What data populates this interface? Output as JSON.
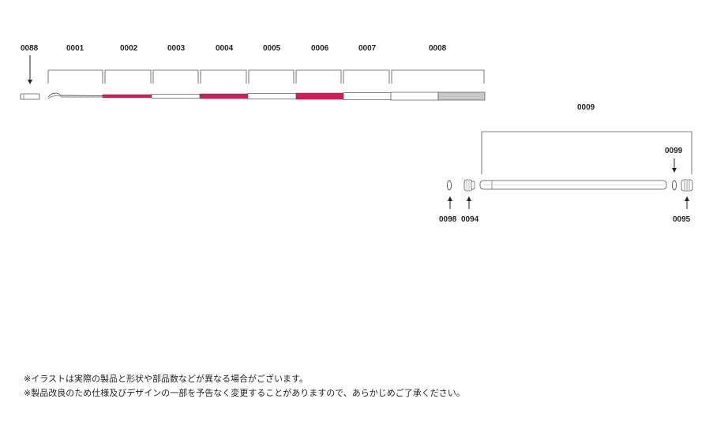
{
  "labels": {
    "p0088": "0088",
    "p0001": "0001",
    "p0002": "0002",
    "p0003": "0003",
    "p0004": "0004",
    "p0005": "0005",
    "p0006": "0006",
    "p0007": "0007",
    "p0008": "0008",
    "p0009": "0009",
    "p0099": "0099",
    "p0098": "0098",
    "p0094": "0094",
    "p0095": "0095"
  },
  "colors": {
    "accent": "#d6195b",
    "outline": "#555555",
    "butt_grey": "#c8c8c8"
  },
  "notes": {
    "line1": "※イラストは実際の製品と形状や部品数などが異なる場合がございます。",
    "line2": "※製品改良のため仕様及びデザインの一部を予告なく変更することがありますので、あらかじめご了承ください。"
  }
}
